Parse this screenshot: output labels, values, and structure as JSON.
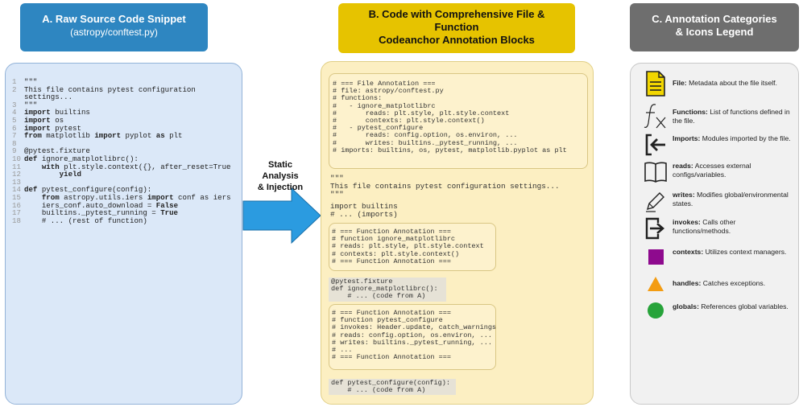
{
  "headers": {
    "a": {
      "title": "A. Raw Source Code Snippet",
      "subtitle": "(astropy/conftest.py)"
    },
    "b": {
      "title_lines": [
        "B. Code with Comprehensive File &",
        "Function",
        "Codeanchor Annotation Blocks"
      ]
    },
    "c": {
      "title_lines": [
        "C. Annotation Categories",
        "& Icons Legend"
      ]
    }
  },
  "arrow_label": [
    "Static Analysis",
    "& Injection"
  ],
  "panel_a": {
    "lines": [
      {
        "n": "1",
        "t": "\"\"\""
      },
      {
        "n": "2",
        "t": "This file contains pytest configuration"
      },
      {
        "n": "",
        "t": "settings..."
      },
      {
        "n": "3",
        "t": "\"\"\""
      },
      {
        "n": "4",
        "kw": "import",
        "t": " builtins"
      },
      {
        "n": "5",
        "kw": "import",
        "t": " os"
      },
      {
        "n": "6",
        "kw": "import",
        "t": " pytest"
      },
      {
        "n": "7",
        "kw": "from",
        "t": " matplotlib ",
        "kw2": "import",
        "t2": " pyplot ",
        "kw3": "as",
        "t3": " plt"
      },
      {
        "n": "8",
        "t": ""
      },
      {
        "n": "9",
        "t": "@pytest.fixture"
      },
      {
        "n": "10",
        "kw": "def",
        "t": " ignore_matplotlibrc():"
      },
      {
        "n": "11",
        "ind": "    ",
        "kw": "with",
        "t": " plt.style.context({}, after_reset=True"
      },
      {
        "n": "12",
        "ind": "        ",
        "kw": "yield",
        "t": ""
      },
      {
        "n": "13",
        "t": ""
      },
      {
        "n": "14",
        "kw": "def",
        "t": " pytest_configure(config):"
      },
      {
        "n": "15",
        "ind": "    ",
        "kw": "from",
        "t": " astropy.utils.iers ",
        "kw2": "import",
        "t2": " conf as iers"
      },
      {
        "n": "16",
        "ind": "    ",
        "t": "iers_conf.auto_download = ",
        "kw2": "False",
        "t2": ""
      },
      {
        "n": "17",
        "ind": "    ",
        "t": "builtins._pytest_running = ",
        "kw2": "True",
        "t2": ""
      },
      {
        "n": "18",
        "ind": "    ",
        "t": "# ... (rest of function)"
      }
    ]
  },
  "panel_b": {
    "file_block": [
      "# === File Annotation ===",
      "# file: astropy/conftest.py",
      "# functions:",
      "#   - ignore_matplotlibrc",
      "#       reads: plt.style, plt.style.context",
      "#       contexts: plt.style.context()",
      "#   - pytest_configure",
      "#       reads: config.option, os.environ, ...",
      "#       writes: builtins._pytest_running, ...",
      "# imports: builtins, os, pytest, matplotlib.pyplot as plt"
    ],
    "docstring": [
      "\"\"\"",
      "This file contains pytest configuration settings...",
      "\"\"\""
    ],
    "imports": [
      "import builtins",
      "# ... (imports)"
    ],
    "func1_block": [
      "# === Function Annotation ===",
      "# function ignore_matplotlibrc",
      "# reads: plt.style, plt.style.context",
      "# contexts: plt.style.context()",
      "# === Function Annotation ==="
    ],
    "func1_code": [
      "@pytest.fixture",
      "def ignore_matplotlibrc():",
      "    # ... (code from A)"
    ],
    "func2_block": [
      "# === Function Annotation ===",
      "# function pytest_configure",
      "# invokes: Header.update, catch_warnings",
      "# reads: config.option, os.environ, ...",
      "# writes: builtins._pytest_running, ...",
      "# ...",
      "# === Function Annotation ==="
    ],
    "func2_code": [
      "def pytest_configure(config):",
      "    # ... (code from A)"
    ]
  },
  "legend": [
    {
      "icon": "file-icon",
      "name": "File:",
      "desc": "Metadata about the file itself.",
      "color": "#f2d600"
    },
    {
      "icon": "function-icon",
      "name": "Functions:",
      "desc": "List of functions defined in the file.",
      "color": "#222222"
    },
    {
      "icon": "import-icon",
      "name": "Imports:",
      "desc": "Modules imported by the file.",
      "color": "#222222"
    },
    {
      "icon": "book-icon",
      "name": "reads:",
      "desc": "Accesses external configs/variables.",
      "color": "#222222"
    },
    {
      "icon": "pencil-icon",
      "name": "writes:",
      "desc": "Modifies global/environmental states.",
      "color": "#222222"
    },
    {
      "icon": "invoke-icon",
      "name": "invokes:",
      "desc": "Calls other functions/methods.",
      "color": "#222222"
    },
    {
      "icon": "square-icon",
      "name": "contexts:",
      "desc": "Utilizes context managers.",
      "color": "#8e0a8e"
    },
    {
      "icon": "triangle-icon",
      "name": "handles:",
      "desc": "Catches exceptions.",
      "color": "#f39c12"
    },
    {
      "icon": "circle-icon",
      "name": "globals:",
      "desc": "References global variables.",
      "color": "#27a33a"
    }
  ]
}
